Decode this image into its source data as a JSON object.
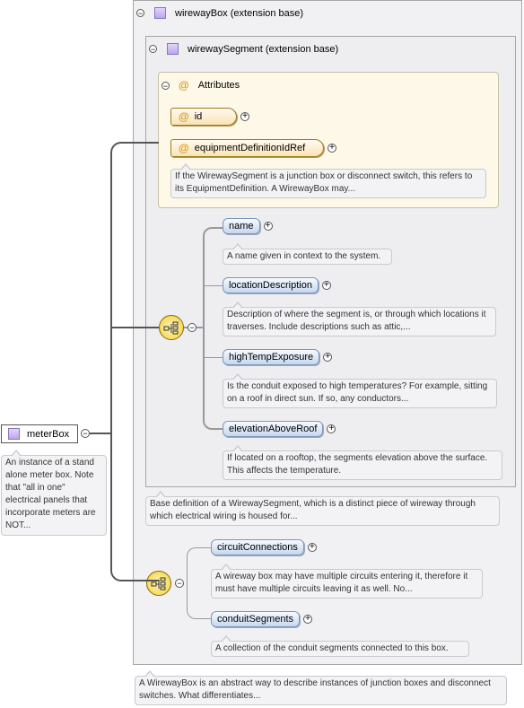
{
  "root": {
    "label": "meterBox",
    "desc": "An instance of a stand alone meter box. Note that \"all in one\" electrical panels that incorporate meters are NOT..."
  },
  "wireway_box": {
    "title": "wirewayBox (extension base)",
    "desc": "A WirewayBox is an abstract way to describe instances of junction boxes and disconnect switches. What differentiates..."
  },
  "wireway_segment": {
    "title": "wirewaySegment (extension base)",
    "desc": "Base definition of a WirewaySegment, which is a distinct piece of wireway through which electrical wiring is housed for..."
  },
  "attributes": {
    "title": "Attributes",
    "at_symbol": "@",
    "items": [
      {
        "label": "id",
        "desc": ""
      },
      {
        "label": "equipmentDefinitionIdRef",
        "desc": "If the WirewaySegment is a junction box or disconnect switch, this refers to its EquipmentDefinition. A WirewayBox may..."
      }
    ]
  },
  "segment_elements": [
    {
      "label": "name",
      "desc": "A name given in context to the system."
    },
    {
      "label": "locationDescription",
      "desc": "Description of where the segment is, or through which locations it traverses. Include descriptions such as attic,..."
    },
    {
      "label": "highTempExposure",
      "desc": "Is the conduit exposed to high temperatures? For example, sitting on a roof in direct sun. If so, any conductors..."
    },
    {
      "label": "elevationAboveRoof",
      "desc": "If located on a rooftop, the segments elevation above the surface. This affects the temperature."
    }
  ],
  "box_elements": [
    {
      "label": "circuitConnections",
      "desc": "A wireway box may have multiple circuits entering it, therefore it must have multiple circuits leaving it as well. No..."
    },
    {
      "label": "conduitSegments",
      "desc": "A collection of the conduit segments connected to this box."
    }
  ],
  "toggle_symbol": "−",
  "expand_symbol": "+"
}
